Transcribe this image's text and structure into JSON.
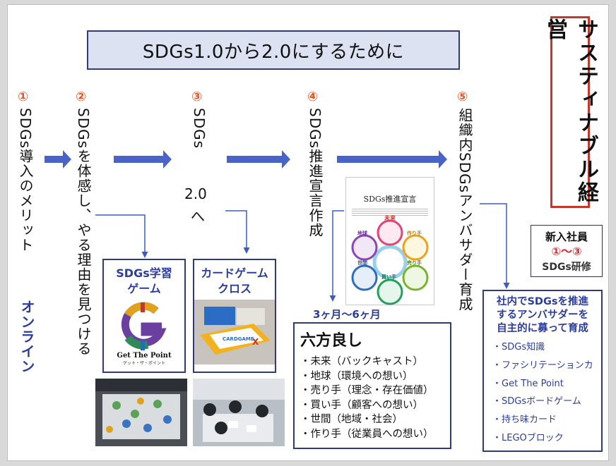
{
  "slide": {
    "title": "SDGs1.0から2.0にするために",
    "side_title": "サスティナブル経営",
    "colors": {
      "accent_blue": "#2c3e9a",
      "arrow_blue": "#4a63c8",
      "number_orange": "#e2562a",
      "frame_red": "#c0392b"
    }
  },
  "steps": [
    {
      "number": "①",
      "text": "SDGs導入のメリット",
      "note": "オンライン"
    },
    {
      "number": "②",
      "text": "SDGsを体感し、やる理由を見つける"
    },
    {
      "number": "③",
      "text_top": "SDGs",
      "text_mid": "2.0",
      "text_bottom": "へ"
    },
    {
      "number": "④",
      "text": "SDGs推進宣言作成"
    },
    {
      "number": "⑤",
      "text": "組織内SDGsアンバサダー育成"
    }
  ],
  "cards": {
    "game": {
      "title_line1": "SDGs学習",
      "title_line2": "ゲーム",
      "logo_letter": "G",
      "logo_caption": "Get The Point",
      "logo_sub": "ゲット・ザ・ポイント"
    },
    "cardgame": {
      "title_line1": "カードゲーム",
      "title_line2": "クロス",
      "box_label": "CARDGAME X"
    }
  },
  "declaration": {
    "doc_title": "SDGs推進宣言",
    "petals": [
      "未来",
      "作り手",
      "地球",
      "売り手",
      "世間",
      "買い手"
    ],
    "period": "3ヶ月〜6ヶ月"
  },
  "six_good": {
    "heading": "六方良し",
    "items": [
      "・未来（バックキャスト）",
      "・地球（環境への想い）",
      "・売り手（理念・存在価値）",
      "・買い手（顧客への想い）",
      "・世間（地域・社会）",
      "・作り手（従業員への想い）"
    ]
  },
  "new_employee": {
    "line1": "新入社員",
    "line2": "①〜③",
    "line3": "SDGs研修"
  },
  "ambassador": {
    "heading_lines": [
      "社内でSDGsを推進",
      "するアンバサダーを",
      "自主的に募って育成"
    ],
    "items": [
      "・SDGs知識",
      "・ファシリテーションカ",
      "・Get The Point",
      "・SDGsボードゲーム",
      "・持ち味カード",
      "・LEGOブロック"
    ]
  }
}
